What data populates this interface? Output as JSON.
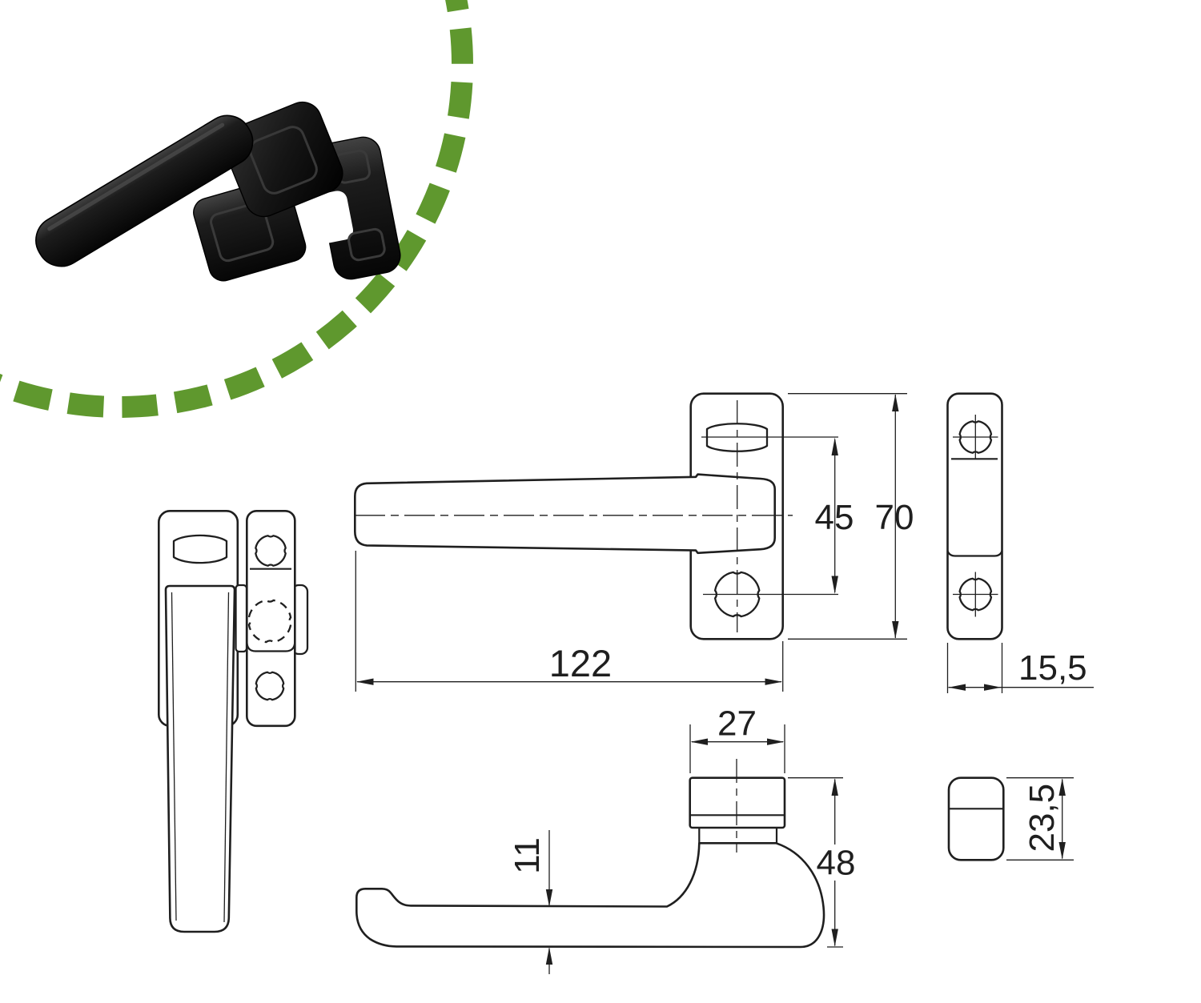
{
  "colors": {
    "accent_green": "#5f982e",
    "drawing_line": "#1f1f1f",
    "product_black": "#121212"
  },
  "product": {
    "photo_description": "black window handle with backplate and latch pieces"
  },
  "views": {
    "plan": {
      "dim_length": "122",
      "dim_hole_spacing": "45",
      "dim_plate_height": "70"
    },
    "edge_plate": {
      "dim_width": "15,5"
    },
    "side": {
      "dim_neck_width": "27",
      "dim_grip_thickness": "11",
      "dim_height": "48"
    },
    "cross_section": {
      "dim_size": "23,5"
    }
  }
}
